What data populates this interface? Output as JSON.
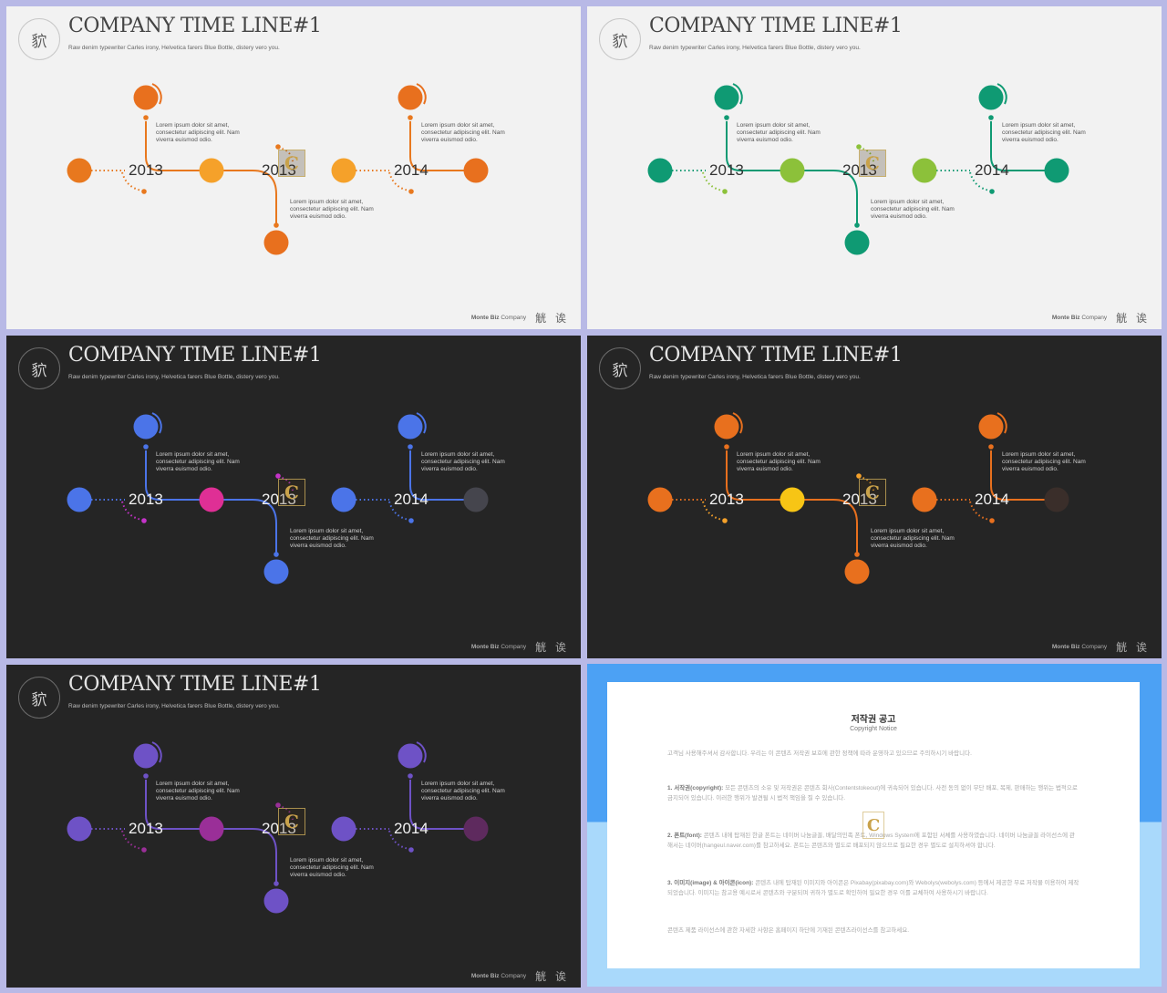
{
  "slides": [
    {
      "theme": "light",
      "logo_glyph": "貁",
      "title": "COMPANY TIME LINE#1",
      "subtitle": "Raw denim typewriter Carles irony, Helvetica farers Blue Bottle, distery vero you.",
      "years": [
        "2013",
        "2013",
        "2014"
      ],
      "lorem": [
        "Lorem ipsum dolor sit amet, consectetur adipiscing elit. Nam viverra euismod odio.",
        "Lorem ipsum dolor sit amet, consectetur adipiscing elit. Nam viverra euismod odio.",
        "Lorem ipsum dolor sit amet, consectetur adipiscing elit. Nam viverra euismod odio."
      ],
      "footer_brand": "Monte Biz",
      "footer_company": "Company",
      "footer_glyphs": "觥 诶",
      "badge": "C",
      "colors": {
        "line": "#e8781e",
        "c_left": "#e8781e",
        "c_mid1": "#f5a12a",
        "c_mid2": "#f5a12a",
        "c_right": "#e8701e",
        "c_top1": "#e8701e",
        "c_top2": "#e8701e",
        "c_bottom": "#e8701e",
        "dots_a": "#e8781e",
        "dots_b": "#e8781e",
        "dots_c": "#e8781e"
      }
    },
    {
      "theme": "light",
      "logo_glyph": "貁",
      "title": "COMPANY TIME LINE#1",
      "subtitle": "Raw denim typewriter Carles irony, Helvetica farers Blue Bottle, distery vero you.",
      "years": [
        "2013",
        "2013",
        "2014"
      ],
      "lorem": [
        "Lorem ipsum dolor sit amet, consectetur adipiscing elit. Nam viverra euismod odio.",
        "Lorem ipsum dolor sit amet, consectetur adipiscing elit. Nam viverra euismod odio.",
        "Lorem ipsum dolor sit amet, consectetur adipiscing elit. Nam viverra euismod odio."
      ],
      "footer_brand": "Monte Biz",
      "footer_company": "Company",
      "footer_glyphs": "觥 诶",
      "badge": "C",
      "colors": {
        "line": "#0f9a73",
        "c_left": "#0f9a73",
        "c_mid1": "#8cc13a",
        "c_mid2": "#8cc13a",
        "c_right": "#0f9a73",
        "c_top1": "#0f9a73",
        "c_top2": "#0f9a73",
        "c_bottom": "#0f9a73",
        "dots_a": "#8cc13a",
        "dots_b": "#8cc13a",
        "dots_c": "#0f9a73"
      }
    },
    {
      "theme": "dark",
      "logo_glyph": "貁",
      "title": "COMPANY TIME LINE#1",
      "subtitle": "Raw denim typewriter Carles irony, Helvetica farers Blue Bottle, distery vero you.",
      "years": [
        "2013",
        "2013",
        "2014"
      ],
      "lorem": [
        "Lorem ipsum dolor sit amet, consectetur adipiscing elit. Nam viverra euismod odio.",
        "Lorem ipsum dolor sit amet, consectetur adipiscing elit. Nam viverra euismod odio.",
        "Lorem ipsum dolor sit amet, consectetur adipiscing elit. Nam viverra euismod odio."
      ],
      "footer_brand": "Monte Biz",
      "footer_company": "Company",
      "footer_glyphs": "觥 诶",
      "badge": "C",
      "colors": {
        "line": "#4b74e8",
        "c_left": "#4b74e8",
        "c_mid1": "#df2f95",
        "c_mid2": "#4b74e8",
        "c_right": "#45454d",
        "c_top1": "#4b74e8",
        "c_top2": "#4b74e8",
        "c_bottom": "#4b74e8",
        "dots_a": "#c533c9",
        "dots_b": "#c533c9",
        "dots_c": "#4b74e8"
      }
    },
    {
      "theme": "dark",
      "logo_glyph": "貁",
      "title": "COMPANY TIME LINE#1",
      "subtitle": "Raw denim typewriter Carles irony, Helvetica farers Blue Bottle, distery vero you.",
      "years": [
        "2013",
        "2013",
        "2014"
      ],
      "lorem": [
        "Lorem ipsum dolor sit amet, consectetur adipiscing elit. Nam viverra euismod odio.",
        "Lorem ipsum dolor sit amet, consectetur adipiscing elit. Nam viverra euismod odio.",
        "Lorem ipsum dolor sit amet, consectetur adipiscing elit. Nam viverra euismod odio."
      ],
      "footer_brand": "Monte Biz",
      "footer_company": "Company",
      "footer_glyphs": "觥 诶",
      "badge": "C",
      "colors": {
        "line": "#e8701e",
        "c_left": "#e8701e",
        "c_mid1": "#f7c515",
        "c_mid2": "#e8701e",
        "c_right": "#3a2e2a",
        "c_top1": "#e8701e",
        "c_top2": "#e8701e",
        "c_bottom": "#e8701e",
        "dots_a": "#f5a12a",
        "dots_b": "#f5a12a",
        "dots_c": "#e8701e"
      }
    },
    {
      "theme": "dark",
      "logo_glyph": "貁",
      "title": "COMPANY TIME LINE#1",
      "subtitle": "Raw denim typewriter Carles irony, Helvetica farers Blue Bottle, distery vero you.",
      "years": [
        "2013",
        "2013",
        "2014"
      ],
      "lorem": [
        "Lorem ipsum dolor sit amet, consectetur adipiscing elit. Nam viverra euismod odio.",
        "Lorem ipsum dolor sit amet, consectetur adipiscing elit. Nam viverra euismod odio.",
        "Lorem ipsum dolor sit amet, consectetur adipiscing elit. Nam viverra euismod odio."
      ],
      "footer_brand": "Monte Biz",
      "footer_company": "Company",
      "footer_glyphs": "觥 诶",
      "badge": "C",
      "colors": {
        "line": "#6e52c6",
        "c_left": "#6e52c6",
        "c_mid1": "#9a2f98",
        "c_mid2": "#6e52c6",
        "c_right": "#5e2a5e",
        "c_top1": "#6e52c6",
        "c_top2": "#6e52c6",
        "c_bottom": "#6e52c6",
        "dots_a": "#9a2f98",
        "dots_b": "#9a2f98",
        "dots_c": "#6e52c6"
      }
    }
  ],
  "notice": {
    "title": "저작권 공고",
    "subtitle": "Copyright Notice",
    "paragraphs": [
      {
        "lead": "",
        "text": "고객님 사용해주셔서 감사합니다. 우리는 이 콘텐츠 저작권 보호에 관한 정책에 따라 운영하고 있으므로 주의하시기 바랍니다."
      },
      {
        "lead": "1. 서작권(copyright):",
        "text": " 모든 콘텐츠의 소유 및 저작권은 콘텐츠 회사(Contentstokeout)에 귀속되어 있습니다. 사전 동의 없이 무단 배포, 복제, 판매하는 행위는 법적으로 금지되어 있습니다. 이러한 행위가 발견될 시 법적 책임을 질 수 있습니다."
      },
      {
        "lead": "2. 폰트(font):",
        "text": " 콘텐츠 내에 탑재된 한글 폰트는 네이버 나눔글꼴, 배달의민족 폰트, Windows System에 포함된 서체를 사용하였습니다. 네이버 나눔글꼴 라이선스에 관해서는 네이버(hangeul.naver.com)를 참고하세요. 폰트는 콘텐츠와 별도로 배포되지 않으므로 필요한 경우 별도로 설치하셔야 합니다."
      },
      {
        "lead": "3. 이미지(image) & 아이콘(icon):",
        "text": " 콘텐츠 내에 탑재된 이미지와 아이콘은 Pixabay(pixabay.com)와 Webolys(webolys.com) 등에서 제공한 무료 저작물 이용하여 제작되었습니다. 이미지는 참고용 예시로서 콘텐츠와 구분되며 귀하가 별도로 확인하여 필요한 경우 이를 교체하여 사용하시기 바랍니다."
      },
      {
        "lead": "",
        "text": "콘텐츠 제품 라이선스에 관한 자세한 사항은 홈페이지 하단에 기재된 콘텐츠라이선스를 참고하세요."
      }
    ],
    "badge": "C"
  }
}
